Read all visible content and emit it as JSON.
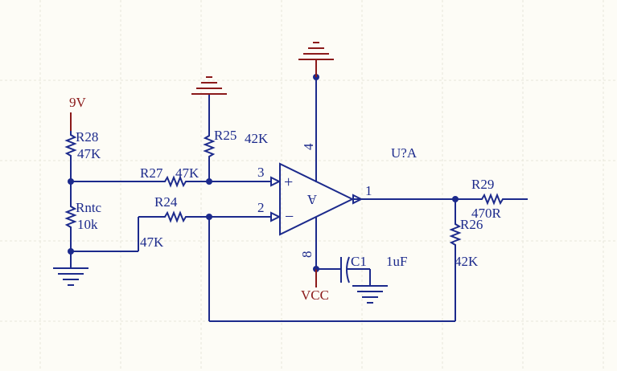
{
  "supply": {
    "label": "9V",
    "vcc_label": "VCC"
  },
  "components": {
    "r28": {
      "ref": "R28",
      "value": "47K"
    },
    "rntc": {
      "ref": "Rntc",
      "value": "10k"
    },
    "r25": {
      "ref": "R25",
      "value": "42K"
    },
    "r27": {
      "ref": "R27",
      "value": "47K"
    },
    "r24": {
      "ref": "R24",
      "value": "47K"
    },
    "c1": {
      "ref": "C1",
      "value": "1uF"
    },
    "r29": {
      "ref": "R29",
      "value": "470R"
    },
    "r26": {
      "ref": "R26",
      "value": "42K"
    },
    "u1": {
      "ref": "U?A",
      "unit": "A",
      "plus": "+",
      "minus": "−"
    }
  },
  "pins": {
    "p1": "1",
    "p2": "2",
    "p3": "3",
    "p4": "4",
    "p8": "8"
  },
  "colors": {
    "wire": "#1c2a8c",
    "text": "#1c2a8c",
    "power": "#8b1a1a",
    "background": "#fdfcf6"
  }
}
